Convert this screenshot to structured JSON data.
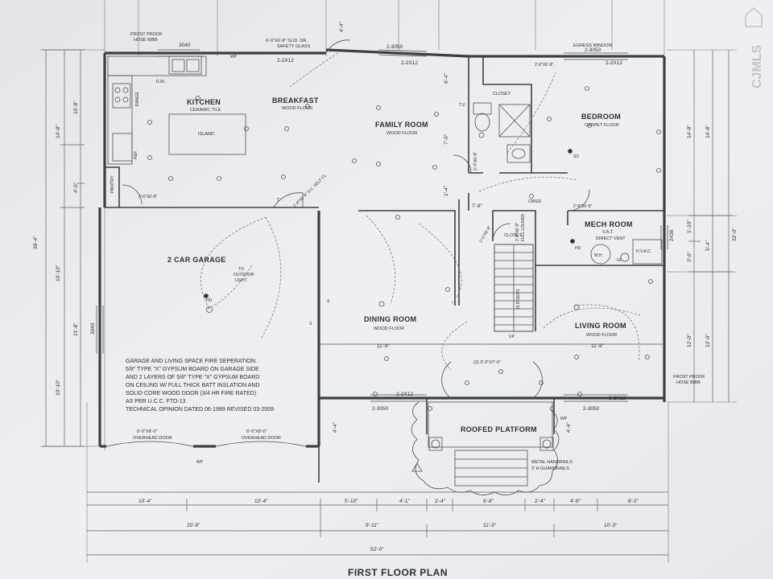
{
  "title": "FIRST FLOOR PLAN",
  "watermark": "CJMLS",
  "rooms": {
    "kitchen": {
      "name": "KITCHEN",
      "finish": "CERAMIC TILE"
    },
    "island": "ISLAND",
    "breakfast": {
      "name": "BREAKFAST",
      "finish": "WOOD FLOOR"
    },
    "family": {
      "name": "FAMILY ROOM",
      "finish": "WOOD FLOOR"
    },
    "bedroom": {
      "name": "BEDROOM",
      "finish": "CARPET FLOOR"
    },
    "closet_bed": "CLOSET",
    "closet_stair": "CLOSET",
    "pantry": "PANTRY",
    "garage": "2 CAR GARAGE",
    "mech": {
      "name": "MECH ROOM",
      "line1": "V.A.T.",
      "line2": "DIRECT VENT"
    },
    "dining": {
      "name": "DINING ROOM",
      "finish": "WOOD FLOOR"
    },
    "living": {
      "name": "LIVING ROOM",
      "finish": "WOOD FLOOR"
    },
    "platform": "ROOFED PLATFORM"
  },
  "fixtures": {
    "range": "RANGE",
    "dw": "D.W.",
    "ref": "REF.",
    "wh": "W.H.",
    "hvac": "H.V.A.C.",
    "tv": "T.V.",
    "up": "UP",
    "risers": "15 RISERS",
    "cmsd": "CM/SD"
  },
  "notes": {
    "frost_top": [
      "FROST PROOF",
      "HOSE BIBB"
    ],
    "frost_right": [
      "FROST PROOF",
      "HOSE BIBB"
    ],
    "slider": [
      "6'-0\"X6'-8\" SLID. DR.",
      "SAFETY GLASS"
    ],
    "egress": "EGRESS WINDOW",
    "outdoor_light": [
      "TO",
      "OUTDOOR",
      "LIGHT"
    ],
    "garage_doors": [
      [
        "8'-0\"X8'-0\"",
        "OVERHEAD DOOR"
      ],
      [
        "8'-0\"X8'-0\"",
        "OVERHEAD DOOR"
      ]
    ],
    "fire_separation": [
      "GARAGE AND LIVING SPACE FIRE SEPERATION:",
      "5/8\" TYPE \"X\" GYPSUM BOARD ON GARAGE SIDE",
      "AND 2 LAYERS OF 5/8\" TYPE \"X\" GYPSUM BOARD",
      "ON CEILING W/ FULL THICK BATT INSLATION AND",
      "SOLID CORE WOOD DOOR (3/4 HR FIRE RATED)",
      "AS PER U.C.C. FTO-13",
      "TECHNICAL OPINION DATED 06-1999 REVISED 03-2009"
    ],
    "handrails": [
      "METAL HANDRAILS",
      "3' H GUARDRAILS"
    ],
    "front_door": "(2) 3'-0\"X7'-0\"",
    "louver": [
      "2'-0\"X6'-8\"",
      "FULL LOUVER"
    ]
  },
  "windows": {
    "w3040_top": "3040",
    "w3050_top": "2-3050",
    "w3050_bed": "2-3050",
    "w3040_garage": "3040",
    "w3050_dining": "2-3050",
    "w3050_living": "2-3050",
    "w2436": "2436"
  },
  "headers": {
    "h1": "2-2X12",
    "h2": "2-2X12",
    "h3": "2-2X12",
    "h4": "2-2X12",
    "h5": "2-2X12"
  },
  "doors": {
    "d_pantry": "2'-6\"X6'-8\"",
    "d_bed": "2'-6\"X6'-8\"",
    "d_bath": "2'-4\"X6'-8\"",
    "d_mech": "2'-8\"X6'-8\"",
    "d_closet": "2'-0\"X6'-8\"",
    "d_bedcl": "2'-0\"X6'-8\"",
    "d_garage": "2'-8\"X6'-8\" S.C. SELF CL."
  },
  "dims": {
    "left_overall": "36'-4\"",
    "left_seg": [
      "14'-8\"",
      "10'-10\"",
      "10'-10\""
    ],
    "left_outer": [
      "10'-8\"",
      "4'-0\"",
      "21'-8\""
    ],
    "right_overall": "32'-0\"",
    "right_a": [
      "14'-8\"",
      "5'-4\"",
      "12'-0\""
    ],
    "right_b": [
      "14'-8\"",
      "1'-10\"",
      "3'-6\"",
      "12'-0\""
    ],
    "interior": [
      "7'-0\"",
      "6'-4\"",
      "1'-4\"",
      "7'-8\"",
      "11'-8\"",
      "11'-8\"",
      "4'-4\"",
      "4'-4\""
    ],
    "bottom_row1": [
      "10'-4\"",
      "10'-4\"",
      "5'-10\"",
      "4'-1\"",
      "2'-4\"",
      "6'-8\"",
      "2'-4\"",
      "4'-8\"",
      "6'-2\""
    ],
    "bottom_row2": [
      "20'-8\"",
      "9'-11\"",
      "11'-3\"",
      "10'-3\""
    ],
    "bottom_overall": "52'-0\"",
    "top_small": "4'-4\""
  },
  "symbols": {
    "wp": "WP",
    "c": "C",
    "s": "S",
    "sd": "SD",
    "hd": "HD",
    "gi": "GI"
  }
}
